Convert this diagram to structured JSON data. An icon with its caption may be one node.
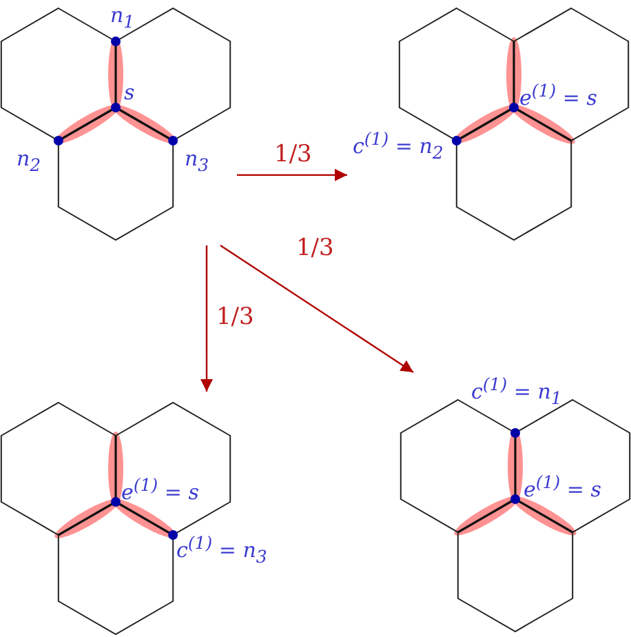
{
  "diagram": {
    "nodes": [
      {
        "text": [
          "n$_{1}$",
          "s",
          "n$_{2}$",
          "n$_{3}$"
        ]
      },
      {
        "text": [
          "e$^{(1)}$ = s",
          "c$^{(1)}$ = n$_{2}$"
        ]
      },
      {
        "text": [
          "e$^{(1)}$ = s",
          "c$^{(1)}$ = n$_{3}$"
        ]
      },
      {
        "text": [
          "c$^{(1)}$ = n$_{1}$",
          "e$^{(1)}$ = s"
        ]
      }
    ],
    "edges": [
      {
        "from": 0,
        "to": 1,
        "arrow": "to",
        "label": "1/3"
      },
      {
        "from": 0,
        "to": 2,
        "arrow": "to",
        "label": "1/3"
      },
      {
        "from": 0,
        "to": 3,
        "arrow": "to",
        "label": "1/3"
      }
    ]
  }
}
